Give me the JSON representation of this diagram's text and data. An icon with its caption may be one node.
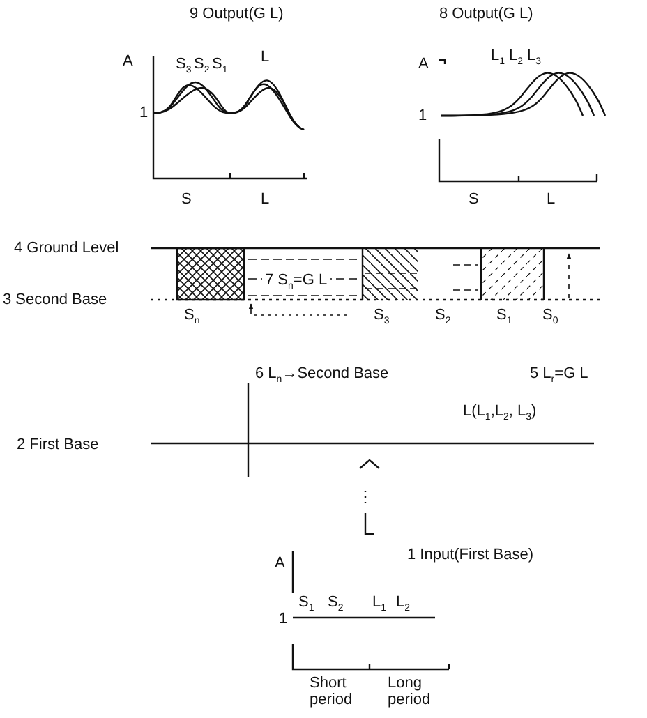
{
  "diagram": {
    "labels": [
      "9 Output(G L)",
      "8 Output(G L)",
      "A",
      "S$_{3}$",
      "S$_{2}$",
      "S$_{1}$",
      "L",
      "1",
      "S",
      "L",
      "A",
      "L$_{1}$",
      "L$_{2}$",
      "L$_{3}$",
      "1",
      "S",
      "L",
      "4 Ground Level",
      "7 S$_{n}$=G L",
      "3 Second Base",
      "S$_{n}$",
      "S$_{3}$",
      "S$_{2}$",
      "S$_{1}$",
      "S$_{0}$",
      "6 L$_{n}$→Second Base",
      "5 L$_{r}$=G L",
      "L(L$_{1}$,L$_{2}$, L$_{3}$)",
      "2 First Base",
      "1 Input(First Base)",
      "A",
      "1",
      "S$_{1}$",
      "S$_{2}$",
      "L$_{1}$",
      "L$_{2}$",
      "Short period",
      "Long period"
    ]
  }
}
